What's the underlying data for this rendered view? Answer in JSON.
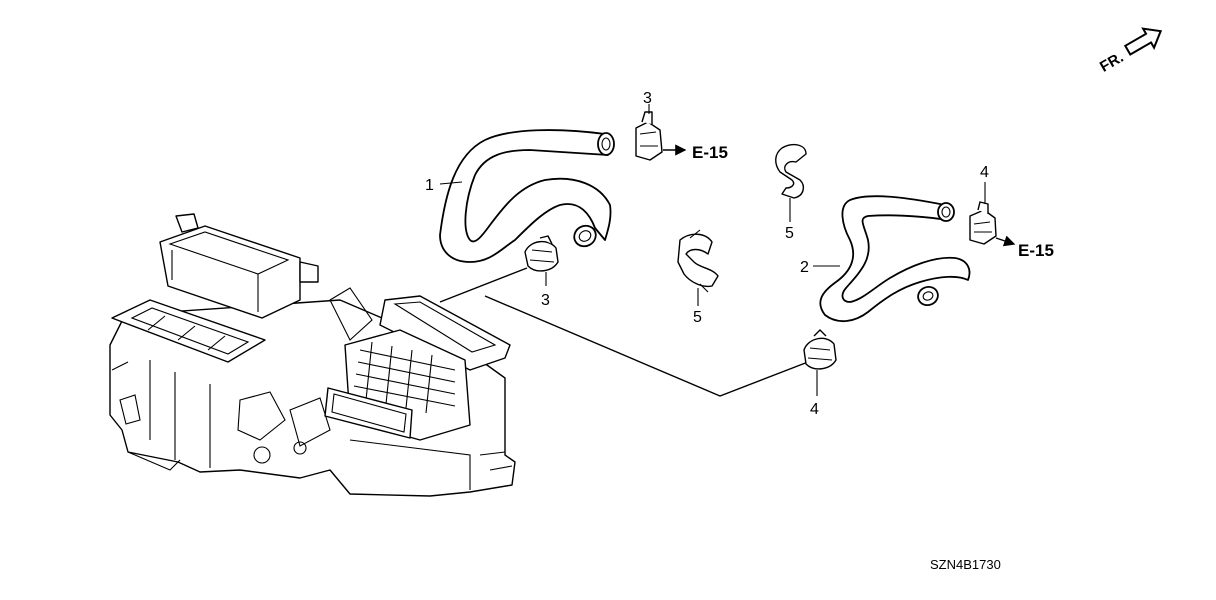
{
  "callouts": {
    "part1": "1",
    "part2": "2",
    "clip3_top": "3",
    "clip3_bottom": "3",
    "clip4_top": "4",
    "clip4_bottom": "4",
    "holder5_left": "5",
    "holder5_right": "5"
  },
  "refs": {
    "e15_left": "E-15",
    "e15_right": "E-15"
  },
  "direction": {
    "label": "FR."
  },
  "diagram_code": "SZN4B1730"
}
